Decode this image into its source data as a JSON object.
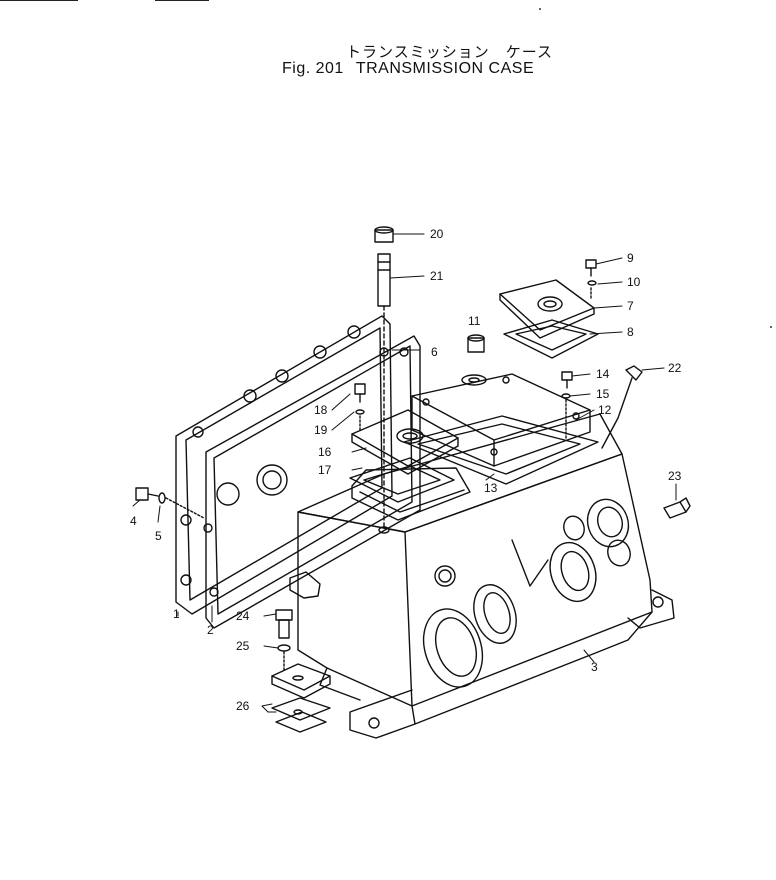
{
  "title": {
    "japanese": "トランスミッション　ケース",
    "figure_number": "Fig. 201",
    "english": "TRANSMISSION CASE"
  },
  "callouts": [
    {
      "number": "1"
    },
    {
      "number": "2"
    },
    {
      "number": "3"
    },
    {
      "number": "4"
    },
    {
      "number": "5"
    },
    {
      "number": "6"
    },
    {
      "number": "7"
    },
    {
      "number": "8"
    },
    {
      "number": "9"
    },
    {
      "number": "10"
    },
    {
      "number": "11"
    },
    {
      "number": "12"
    },
    {
      "number": "13"
    },
    {
      "number": "14"
    },
    {
      "number": "15"
    },
    {
      "number": "16"
    },
    {
      "number": "17"
    },
    {
      "number": "18"
    },
    {
      "number": "19"
    },
    {
      "number": "20"
    },
    {
      "number": "21"
    },
    {
      "number": "22"
    },
    {
      "number": "23"
    },
    {
      "number": "24"
    },
    {
      "number": "25"
    },
    {
      "number": "26"
    }
  ]
}
